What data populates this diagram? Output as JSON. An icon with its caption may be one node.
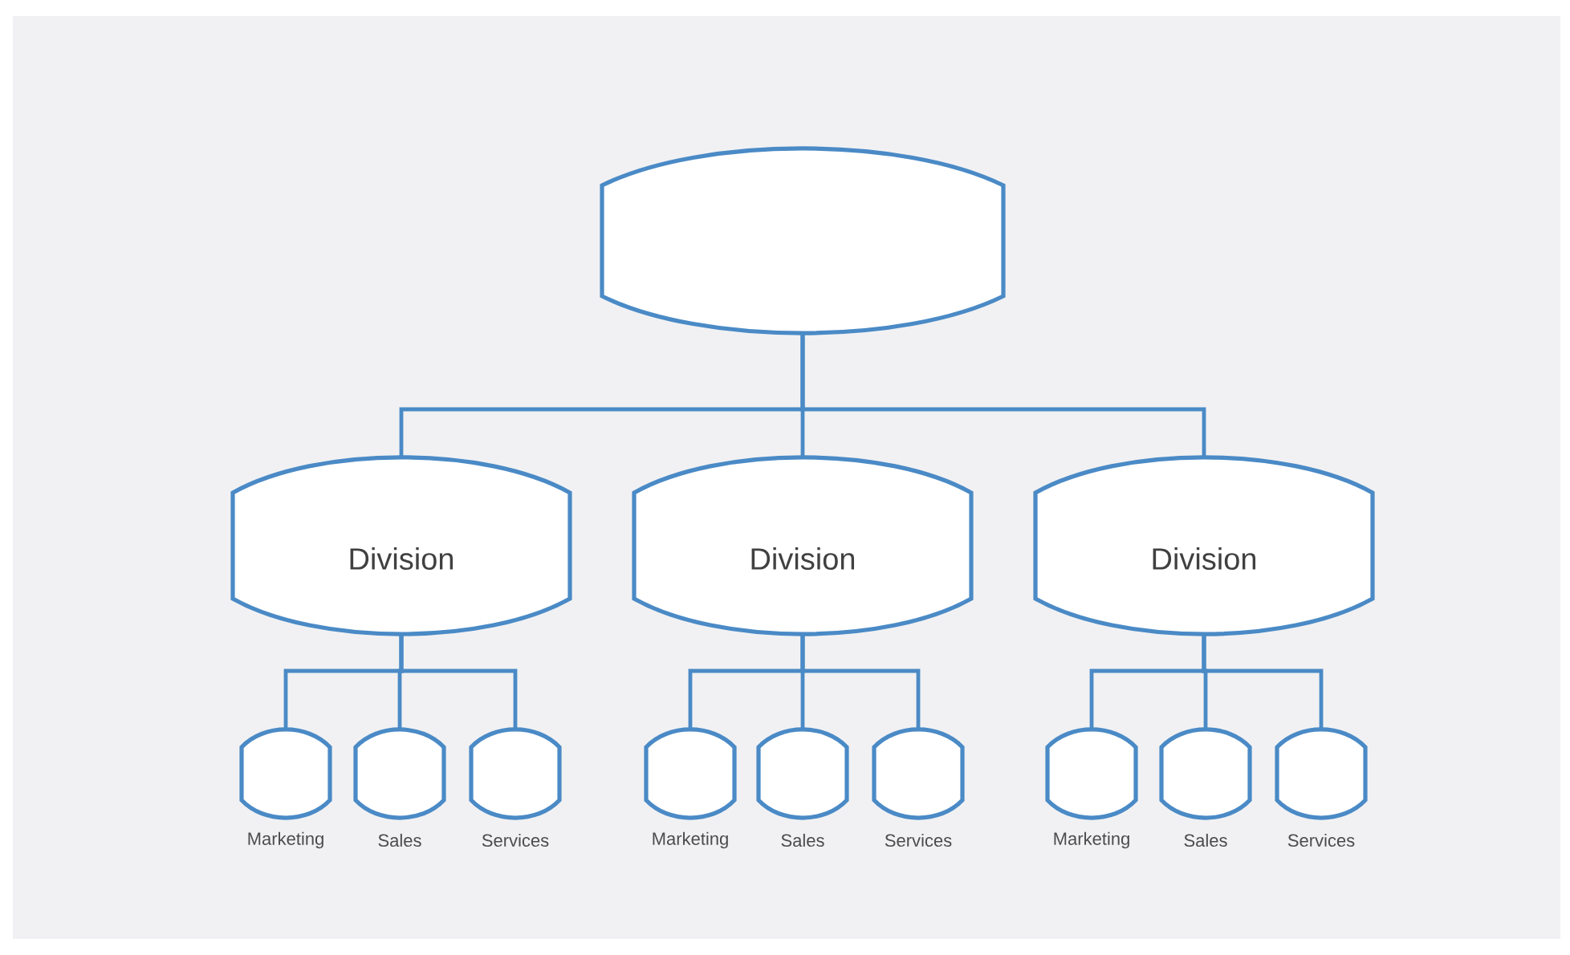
{
  "diagram": {
    "nodes": [
      {
        "text": [],
        "shape": "barrel"
      },
      {
        "text": [
          "Division"
        ]
      },
      {
        "text": [
          "Division"
        ]
      },
      {
        "text": [
          "Division"
        ]
      },
      {
        "text": [],
        "shape": "barrel",
        "beside": [
          "Marketing"
        ]
      },
      {
        "text": [],
        "shape": "barrel",
        "beside": [
          "Sales"
        ]
      },
      {
        "text": [],
        "shape": "barrel",
        "beside": [
          "Services"
        ]
      },
      {
        "text": [],
        "shape": "barrel",
        "beside": [
          "Marketing"
        ]
      },
      {
        "text": [],
        "shape": "barrel",
        "beside": [
          "Sales"
        ]
      },
      {
        "text": [],
        "shape": "barrel",
        "beside": [
          "Services"
        ]
      },
      {
        "text": [],
        "shape": "barrel",
        "beside": [
          "Marketing"
        ]
      },
      {
        "text": [],
        "shape": "barrel",
        "beside": [
          "Sales"
        ]
      },
      {
        "text": [],
        "shape": "barrel",
        "beside": [
          "Services"
        ]
      }
    ],
    "edges": [
      {
        "from": 0,
        "to": 1,
        "arrow": "none"
      },
      {
        "from": 0,
        "to": 2,
        "arrow": "none"
      },
      {
        "from": 0,
        "to": 3,
        "arrow": "none"
      },
      {
        "from": 1,
        "to": 4,
        "arrow": "none"
      },
      {
        "from": 1,
        "to": 5,
        "arrow": "none"
      },
      {
        "from": 1,
        "to": 6,
        "arrow": "none"
      },
      {
        "from": 2,
        "to": 7,
        "arrow": "none"
      },
      {
        "from": 2,
        "to": 8,
        "arrow": "none"
      },
      {
        "from": 2,
        "to": 9,
        "arrow": "none"
      },
      {
        "from": 3,
        "to": 10,
        "arrow": "none"
      },
      {
        "from": 3,
        "to": 11,
        "arrow": "none"
      },
      {
        "from": 3,
        "to": 12,
        "arrow": "none"
      }
    ]
  }
}
